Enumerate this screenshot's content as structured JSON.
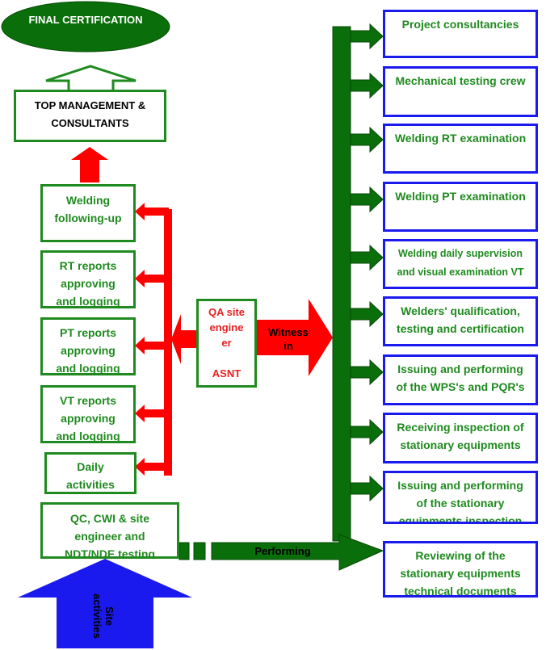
{
  "final_certification": "FINAL CERTIFICATION",
  "top_management": [
    "TOP MANAGEMENT &",
    "CONSULTANTS"
  ],
  "left_boxes": [
    [
      "Welding",
      "following-up"
    ],
    [
      "RT reports",
      "approving",
      "and logging"
    ],
    [
      "PT reports",
      "approving",
      "and logging"
    ],
    [
      "VT reports",
      "approving",
      "and logging"
    ],
    [
      "Daily",
      "activities"
    ],
    [
      "QC, CWI & site",
      "engineer and",
      "NDT/NDE testing"
    ]
  ],
  "qa_box": [
    "QA site",
    "engine",
    "er",
    "",
    "ASNT"
  ],
  "witness": [
    "Witness",
    "in"
  ],
  "performing": "Performing",
  "site_activities": [
    "Site",
    "activities"
  ],
  "right_boxes": [
    [
      "Project consultancies"
    ],
    [
      "Mechanical testing crew"
    ],
    [
      "Welding RT examination"
    ],
    [
      "Welding PT examination"
    ],
    [
      "Welding daily supervision",
      "and visual examination VT"
    ],
    [
      "Welders' qualification,",
      "testing and certification"
    ],
    [
      "Issuing and performing",
      "of the WPS's and PQR's"
    ],
    [
      "Receiving inspection of",
      "stationary equipments"
    ],
    [
      "Issuing and performing",
      "of the stationary",
      "equipments inspection"
    ],
    [
      "Reviewing of the",
      "stationary equipments",
      "technical documents"
    ]
  ],
  "colors": {
    "green": "#1f8a1f",
    "dark_green": "#0a6e0a",
    "red": "#ff0000",
    "blue": "#1a1aee",
    "qa_text": "#e82020"
  }
}
